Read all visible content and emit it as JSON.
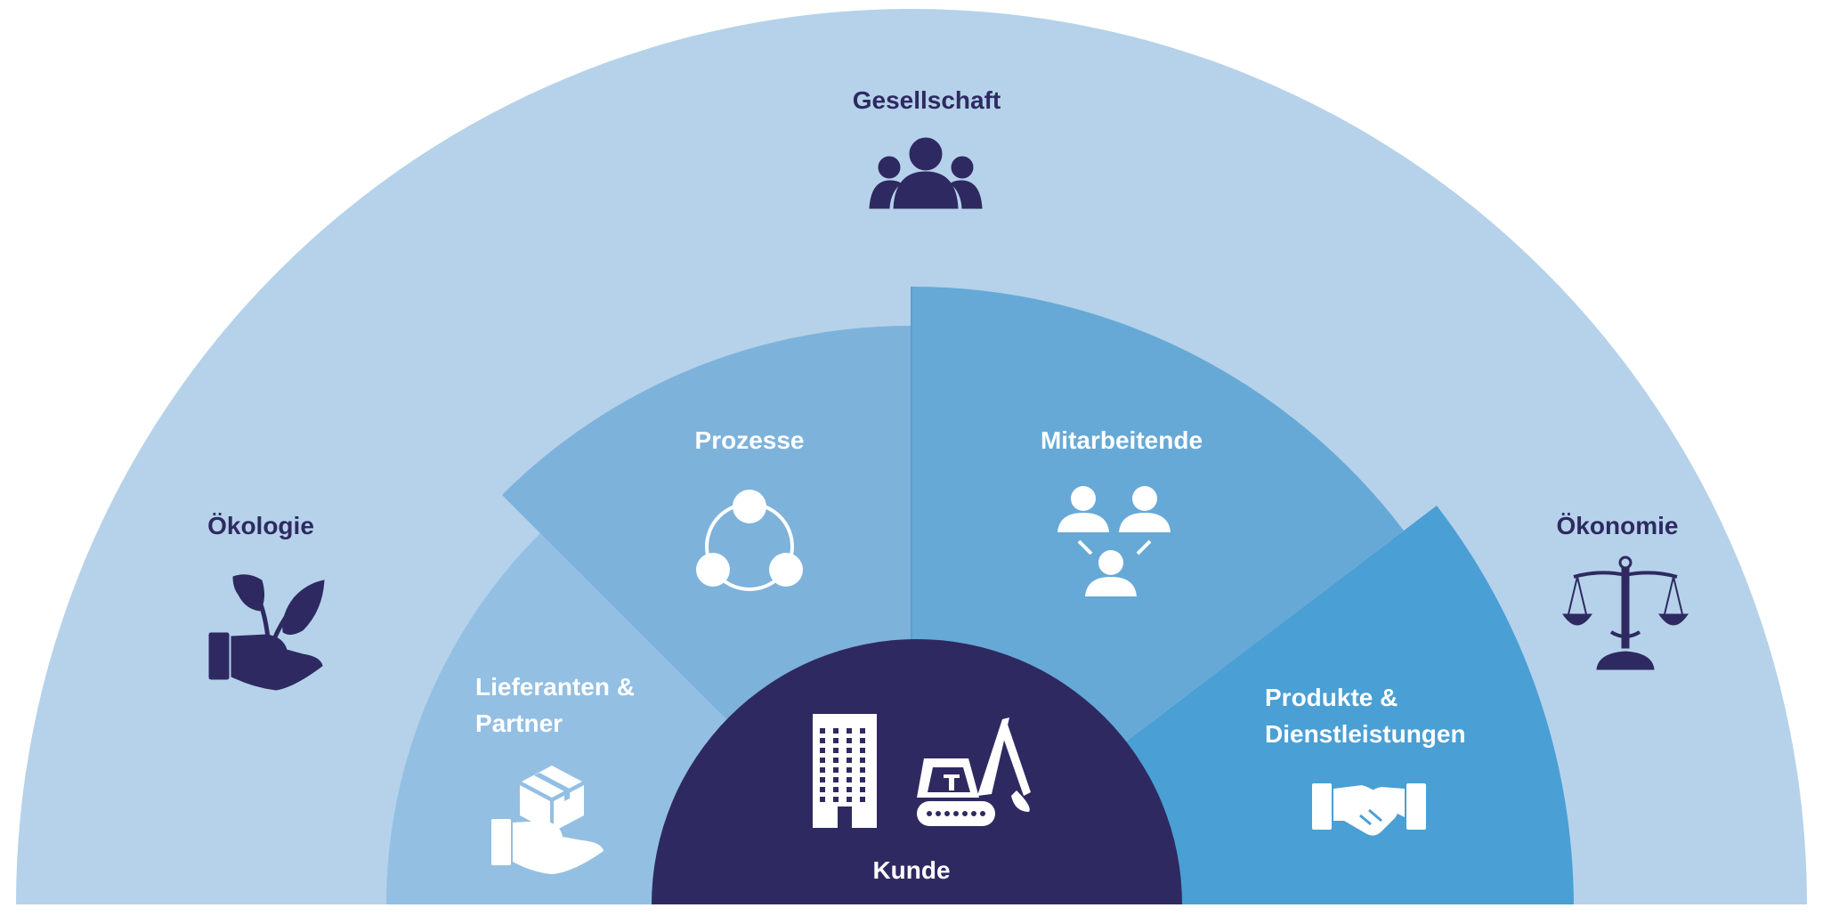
{
  "colors": {
    "outer_ring": "#b5d2ea",
    "lieferanten_segment": "#93bfe3",
    "prozesse_segment": "#7db2db",
    "mitarbeitende_segment": "#66a9d6",
    "produkte_segment": "#4a9fd4",
    "kunde_core": "#2e2a61",
    "dark_label": "#2e2a61",
    "light_label": "#ffffff"
  },
  "outer_labels": {
    "gesellschaft": "Gesellschaft",
    "oekologie": "Ökologie",
    "oekonomie": "Ökonomie"
  },
  "segments": {
    "lieferanten_line1": "Lieferanten &",
    "lieferanten_line2": "Partner",
    "prozesse": "Prozesse",
    "mitarbeitende": "Mitarbeitende",
    "produkte_line1": "Produkte &",
    "produkte_line2": "Dienstleistungen"
  },
  "core": {
    "kunde": "Kunde"
  },
  "icons": {
    "gesellschaft": "people-group-icon",
    "oekologie": "hand-plant-icon",
    "oekonomie": "scales-icon",
    "lieferanten": "hand-box-icon",
    "prozesse": "cycle-nodes-icon",
    "mitarbeitende": "team-icon",
    "produkte": "handshake-icon",
    "kunde_building": "building-icon",
    "kunde_excavator": "excavator-icon"
  }
}
